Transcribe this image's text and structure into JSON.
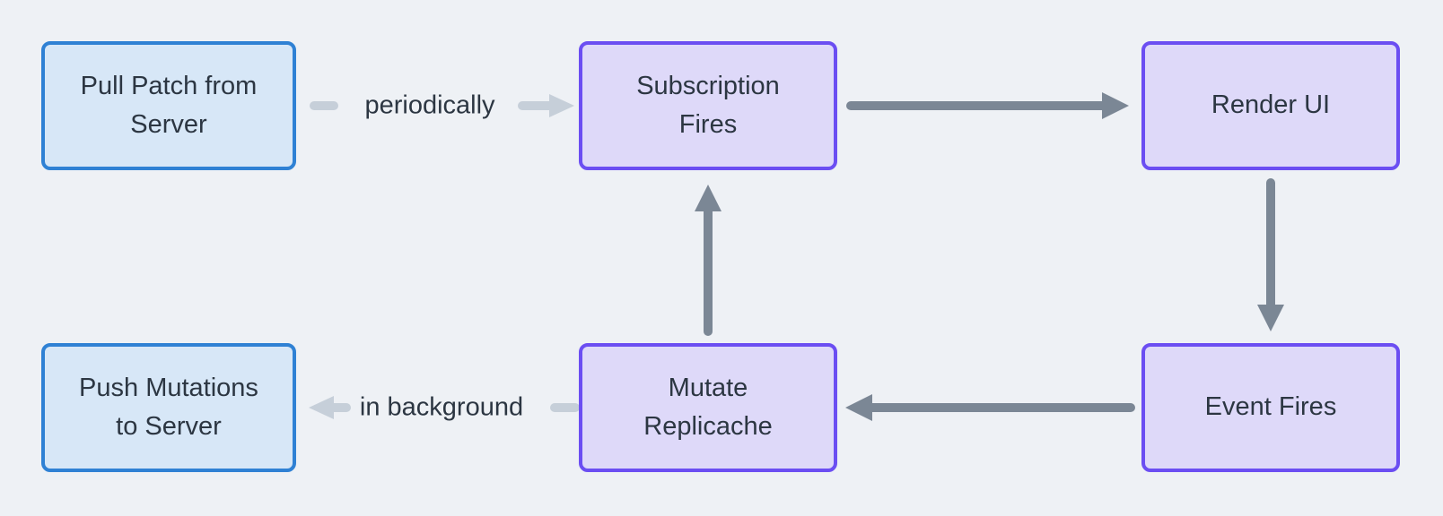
{
  "diagram": {
    "nodes": [
      {
        "id": "pull-patch",
        "label": "Pull Patch from Server",
        "style": "blue"
      },
      {
        "id": "subscription-fires",
        "label": "Subscription Fires",
        "style": "purple"
      },
      {
        "id": "render-ui",
        "label": "Render UI",
        "style": "purple"
      },
      {
        "id": "event-fires",
        "label": "Event Fires",
        "style": "purple"
      },
      {
        "id": "mutate-replicache",
        "label": "Mutate Replicache",
        "style": "purple"
      },
      {
        "id": "push-mutations",
        "label": "Push Mutations to Server",
        "style": "blue"
      }
    ],
    "edges": [
      {
        "from": "Pull Patch from Server",
        "to": "Subscription Fires",
        "label": "periodically",
        "style": "light"
      },
      {
        "from": "Subscription Fires",
        "to": "Render UI",
        "label": "",
        "style": "dark"
      },
      {
        "from": "Render UI",
        "to": "Event Fires",
        "label": "",
        "style": "dark"
      },
      {
        "from": "Event Fires",
        "to": "Mutate Replicache",
        "label": "",
        "style": "dark"
      },
      {
        "from": "Mutate Replicache",
        "to": "Subscription Fires",
        "label": "",
        "style": "dark"
      },
      {
        "from": "Mutate Replicache",
        "to": "Push Mutations to Server",
        "label": "in background",
        "style": "light"
      }
    ],
    "colors": {
      "background": "#eef1f5",
      "node_blue_fill": "#d7e7f7",
      "node_blue_border": "#2f81d4",
      "node_purple_fill": "#ded9f9",
      "node_purple_border": "#6b4ef2",
      "arrow_dark": "#7b8795",
      "arrow_light": "#c6cfd9",
      "text": "#2c3642"
    }
  }
}
